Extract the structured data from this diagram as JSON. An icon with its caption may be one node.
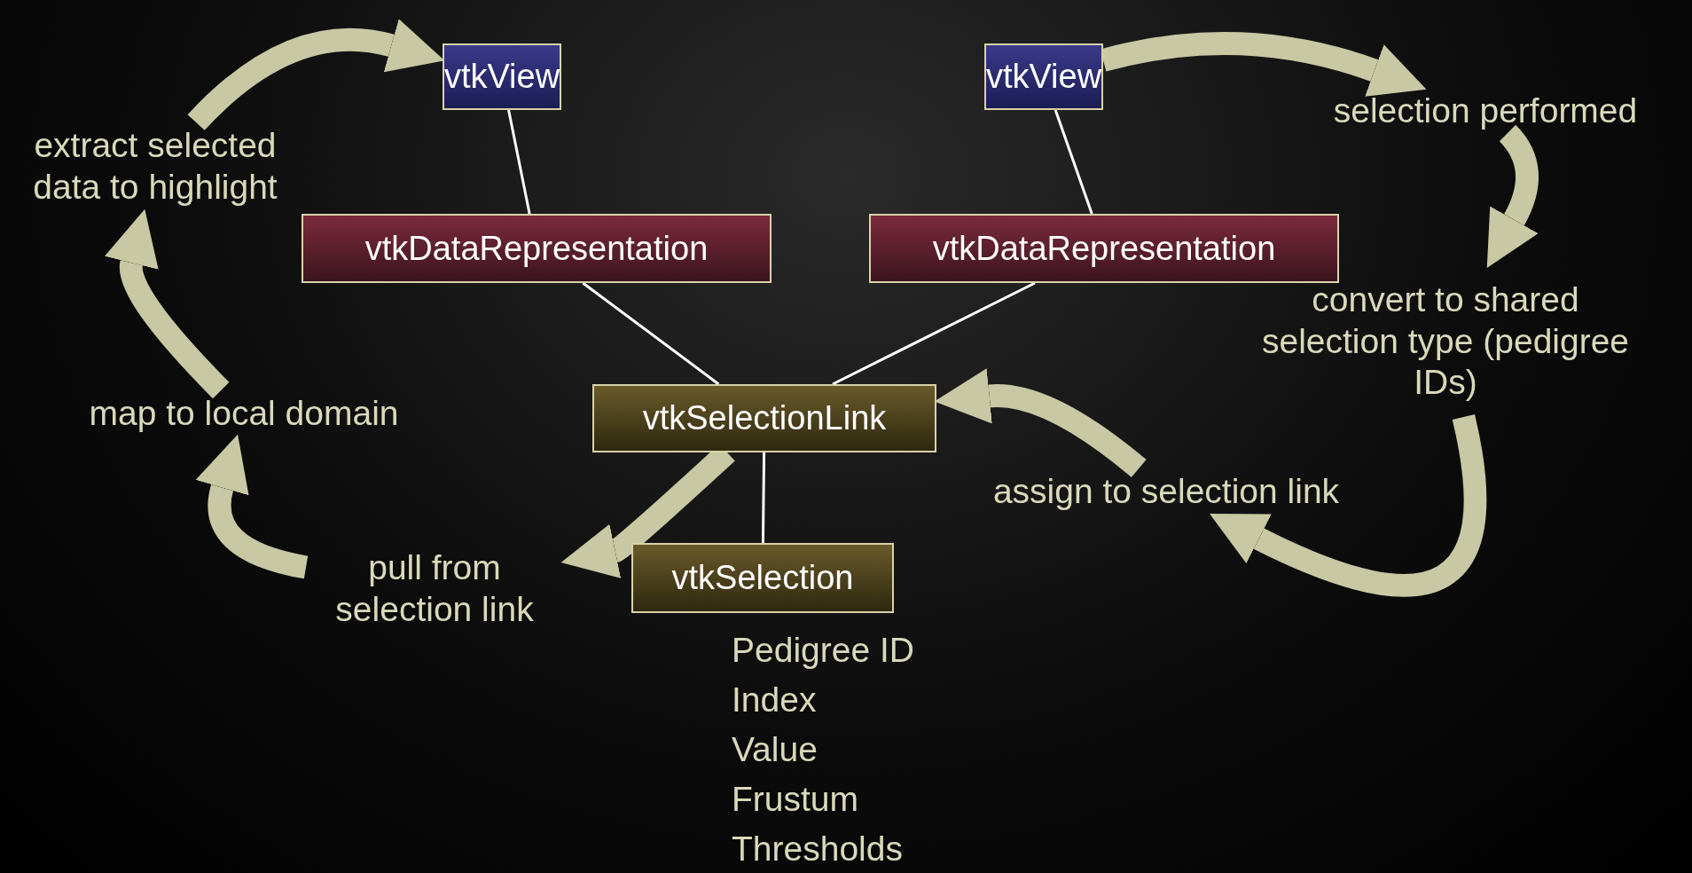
{
  "diagram": {
    "nodes": [
      {
        "text": [
          "vtkView"
        ]
      },
      {
        "text": [
          "vtkView"
        ]
      },
      {
        "text": [
          "vtkDataRepresentation"
        ]
      },
      {
        "text": [
          "vtkDataRepresentation"
        ]
      },
      {
        "text": [
          "vtkSelectionLink"
        ]
      },
      {
        "text": [
          "vtkSelection"
        ],
        "beside": [
          "Pedigree ID",
          "Index",
          "Value",
          "Frustum",
          "Thresholds"
        ]
      },
      {
        "text": [
          "extract selected data to highlight"
        ]
      },
      {
        "text": [
          "selection performed"
        ]
      },
      {
        "text": [
          "convert to shared selection type (pedigree IDs)"
        ]
      },
      {
        "text": [
          "map to local domain"
        ]
      },
      {
        "text": [
          "assign to selection link"
        ]
      },
      {
        "text": [
          "pull from selection link"
        ]
      }
    ],
    "edges": [
      {
        "from": 0,
        "to": 2,
        "arrow": "none",
        "color": "#ffffff"
      },
      {
        "from": 1,
        "to": 3,
        "arrow": "none",
        "color": "#ffffff"
      },
      {
        "from": 2,
        "to": 4,
        "arrow": "none",
        "color": "#ffffff"
      },
      {
        "from": 3,
        "to": 4,
        "arrow": "none",
        "color": "#ffffff"
      },
      {
        "from": 4,
        "to": 5,
        "arrow": "none",
        "color": "#ffffff"
      },
      {
        "from": 6,
        "to": 0,
        "arrow": "to"
      },
      {
        "from": 1,
        "to": 7,
        "arrow": "to"
      },
      {
        "from": 7,
        "to": 8,
        "arrow": "to"
      },
      {
        "from": 8,
        "to": 10,
        "arrow": "to"
      },
      {
        "from": 10,
        "to": 4,
        "arrow": "to"
      },
      {
        "from": 4,
        "to": 11,
        "arrow": "to"
      },
      {
        "from": 11,
        "to": 9,
        "arrow": "to"
      },
      {
        "from": 9,
        "to": 6,
        "arrow": "to"
      }
    ]
  }
}
